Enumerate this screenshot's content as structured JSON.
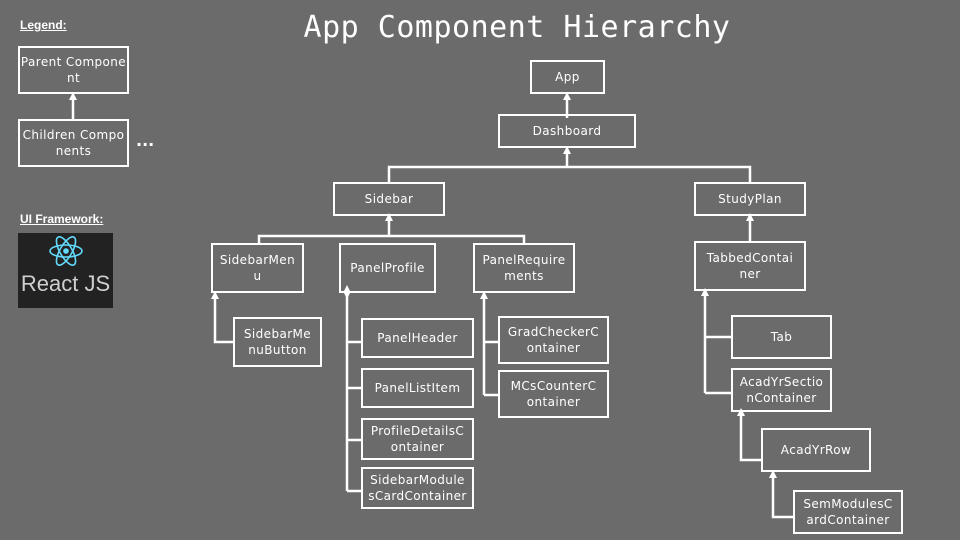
{
  "title": "App Component Hierarchy",
  "legend": {
    "heading": "Legend:",
    "parent": "Parent Component",
    "children": "Children Components",
    "ellipsis": "..."
  },
  "framework": {
    "heading": "UI Framework:",
    "name": "React JS"
  },
  "nodes": {
    "app": "App",
    "dashboard": "Dashboard",
    "sidebar": "Sidebar",
    "studyplan": "StudyPlan",
    "sidebarmenu": "SidebarMenu",
    "sidebarmenubutton": "SidebarMenuButton",
    "panelprofile": "PanelProfile",
    "panelheader": "PanelHeader",
    "panellistitem": "PanelListItem",
    "profiledetails": "ProfileDetailsContainer",
    "sidebarmodules": "SidebarModulesCardContainer",
    "panelrequirements": "PanelRequirements",
    "gradchecker": "GradCheckerContainer",
    "mcscounter": "MCsCounterContainer",
    "tabbed": "TabbedContainer",
    "tab": "Tab",
    "acadyrsection": "AcadYrSectionContainer",
    "acadyrrow": "AcadYrRow",
    "semmodules": "SemModulesCardContainer"
  },
  "colors": {
    "background": "#6b6b6b",
    "line": "#ffffff",
    "react": "#61dafb"
  }
}
